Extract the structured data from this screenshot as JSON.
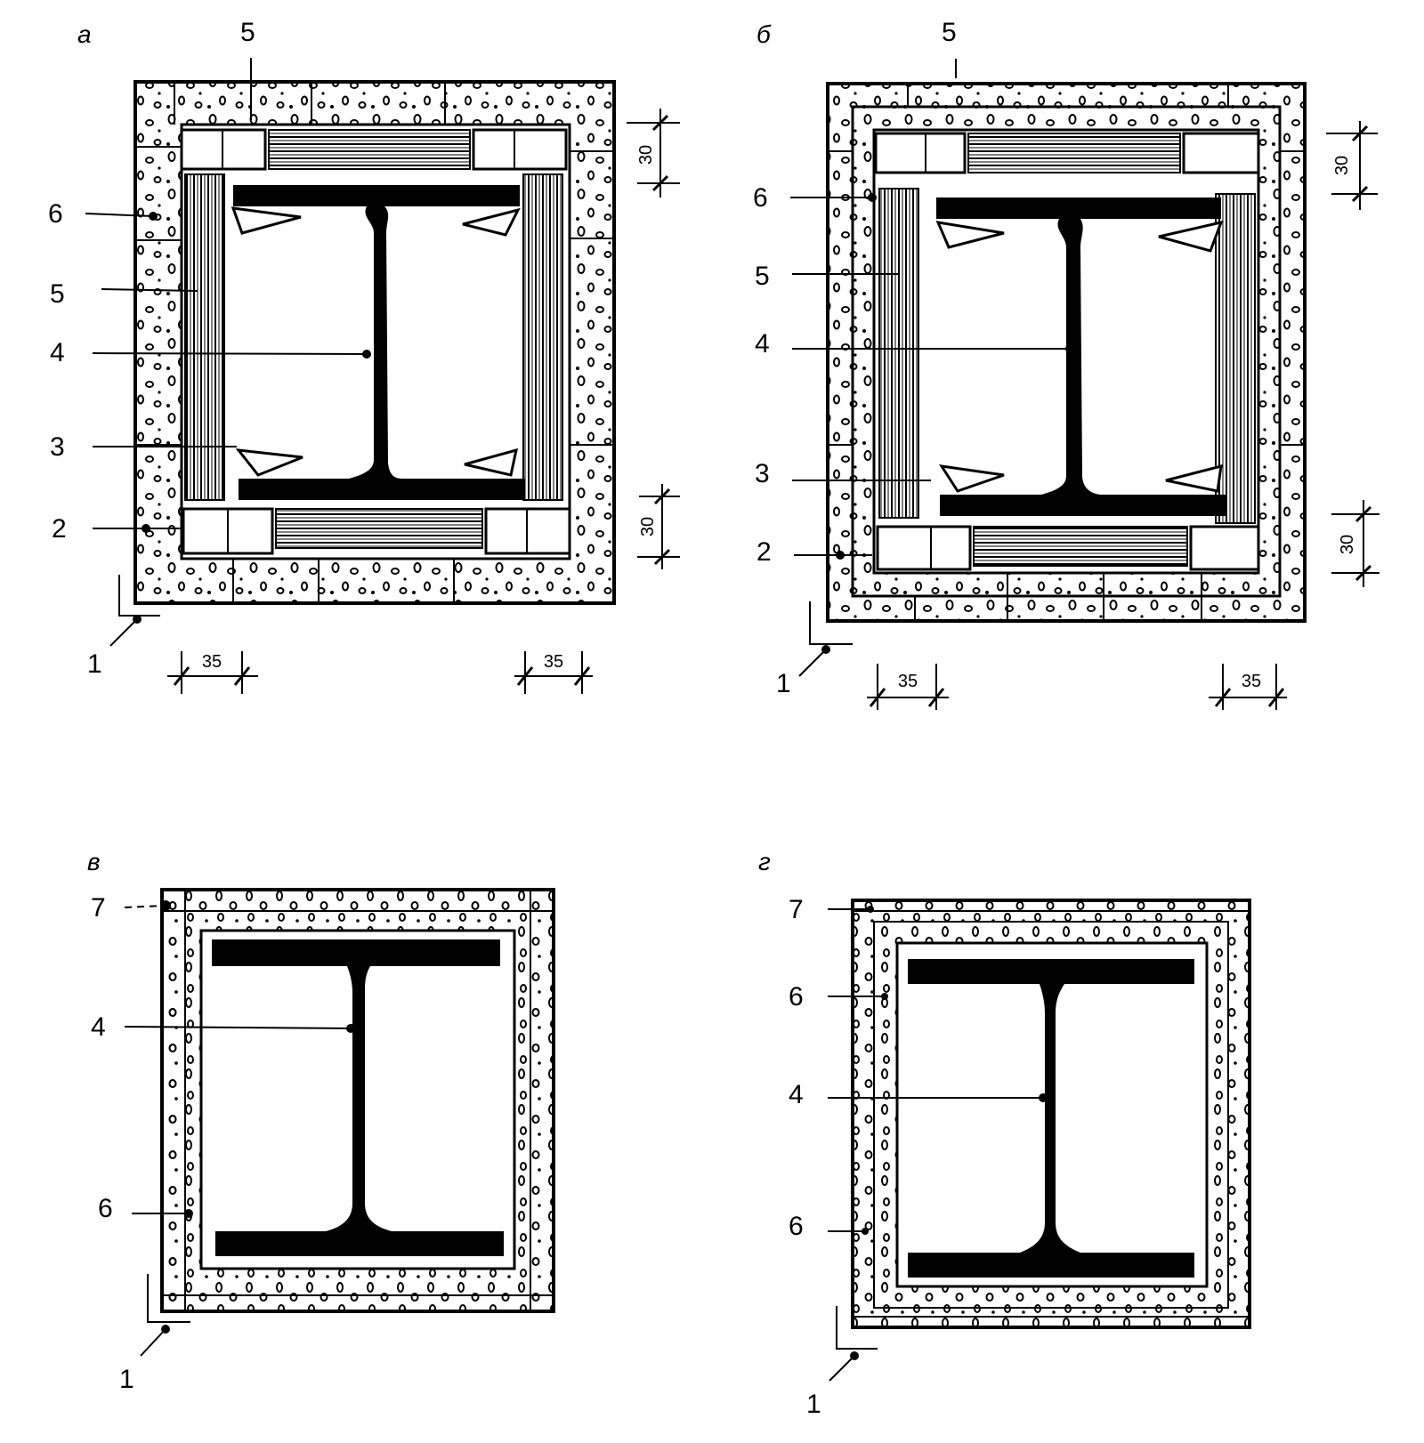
{
  "panels": {
    "a": {
      "letter": "а",
      "top_label": "5",
      "callouts": [
        "6",
        "5",
        "4",
        "3",
        "2"
      ],
      "corner": "1",
      "dims": {
        "top": "30",
        "bottom": "30",
        "left": "35",
        "right": "35"
      }
    },
    "b": {
      "letter": "б",
      "top_label": "5",
      "callouts": [
        "6",
        "5",
        "4",
        "3",
        "2"
      ],
      "corner": "1",
      "dims": {
        "top": "30",
        "bottom": "30",
        "left": "35",
        "right": "35"
      }
    },
    "c": {
      "letter": "в",
      "callouts": [
        "7",
        "4",
        "6"
      ],
      "corner": "1"
    },
    "d": {
      "letter": "г",
      "callouts": [
        "7",
        "6",
        "4",
        "6"
      ],
      "corner": "1"
    }
  },
  "colors": {
    "ink": "#000000",
    "paper": "#ffffff"
  }
}
